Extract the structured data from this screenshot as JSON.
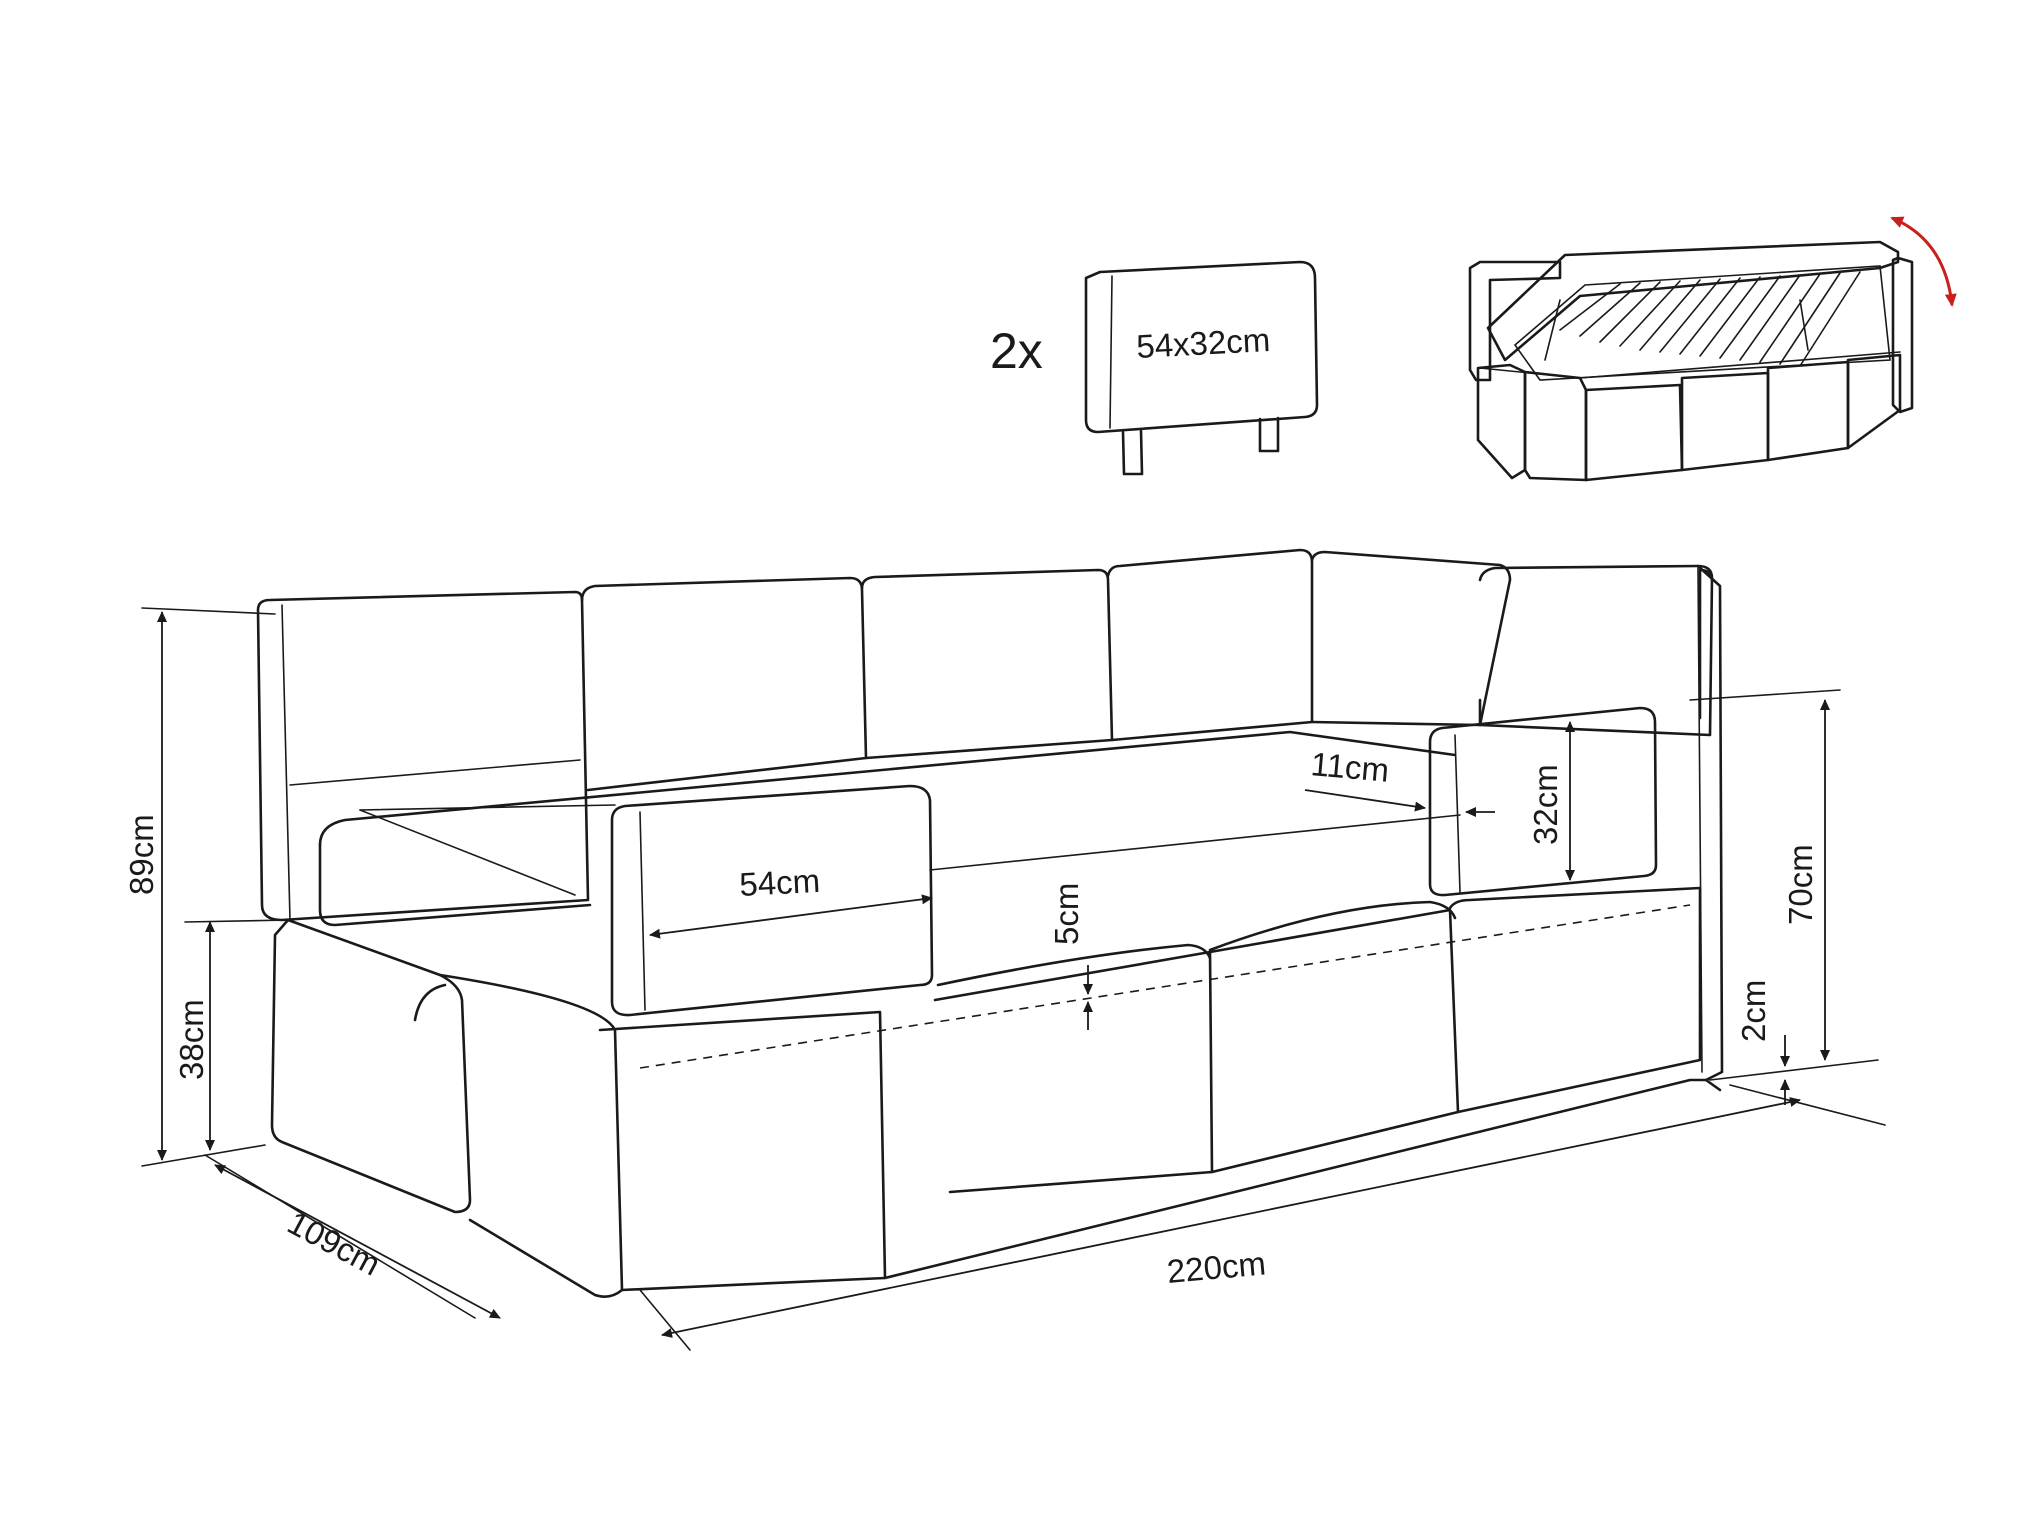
{
  "pillow_inset": {
    "quantity": "2x",
    "size": "54x32cm"
  },
  "storage_inset": {
    "arrow_color": "#c8201c"
  },
  "dimensions": {
    "height_total": "89cm",
    "seat_height": "38cm",
    "depth": "109cm",
    "width": "220cm",
    "pillow_width": "54cm",
    "pillow_thickness": "11cm",
    "pillow_height": "32cm",
    "seat_gap": "5cm",
    "armrest_height": "70cm",
    "leg_height": "2cm"
  },
  "colors": {
    "line": "#1a1a1a",
    "background": "#ffffff"
  }
}
